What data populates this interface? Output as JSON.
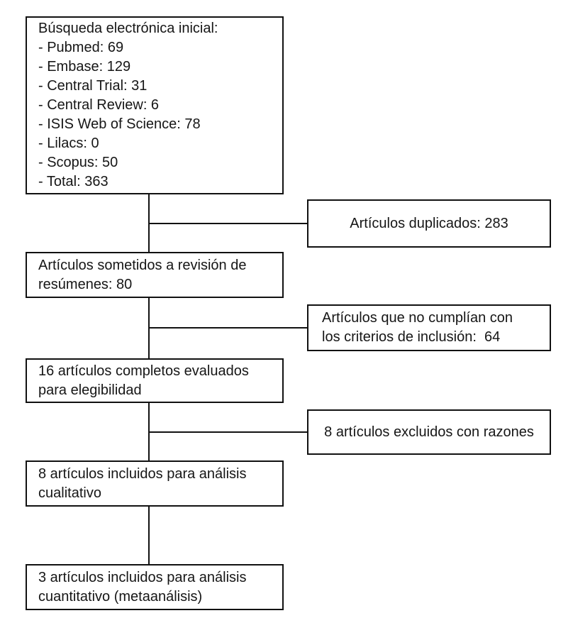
{
  "diagram": {
    "type": "prisma-flow",
    "colors": {
      "background": "#ffffff",
      "border": "#111111",
      "text": "#161616"
    },
    "boxes": {
      "initial_search": {
        "lines": [
          "Búsqueda electrónica inicial:",
          "- Pubmed: 69",
          "- Embase: 129",
          "- Central Trial: 31",
          "- Central Review: 6",
          "- ISIS Web of Science: 78",
          "- Lilacs: 0",
          "- Scopus: 50",
          "- Total: 363"
        ]
      },
      "duplicates": {
        "text": "Artículos duplicados: 283"
      },
      "abstract_review": {
        "lines": [
          "Artículos sometidos a revisión de",
          "resúmenes: 80"
        ]
      },
      "exclusion_criteria": {
        "lines": [
          "Artículos que no cumplían con",
          "los criterios de inclusión:  64"
        ]
      },
      "full_text_eligibility": {
        "lines": [
          "16 artículos completos evaluados",
          "para elegibilidad"
        ]
      },
      "excluded_with_reasons": {
        "text": "8 artículos excluidos con razones"
      },
      "qualitative_analysis": {
        "lines": [
          "8 artículos incluidos para análisis",
          "cualitativo"
        ]
      },
      "quantitative_analysis": {
        "lines": [
          "3 artículos incluidos para análisis",
          "cuantitativo (metaanálisis)"
        ]
      }
    }
  }
}
